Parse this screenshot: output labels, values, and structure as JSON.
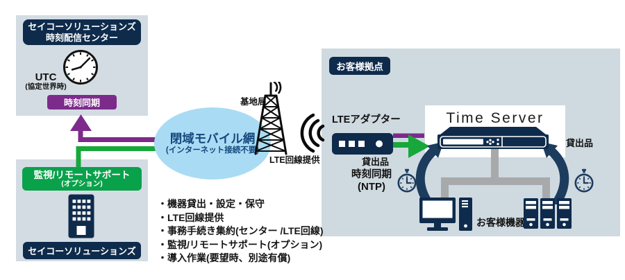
{
  "provider_center": {
    "title_line1": "セイコーソリューションズ",
    "title_line2": "時刻配信センター",
    "utc": "UTC",
    "utc_sub": "(協定世界時)",
    "sync_badge": "時刻同期"
  },
  "provider_support": {
    "title_line1": "監視/リモートサポート",
    "title_line2": "(オプション)",
    "company": "セイコーソリューションズ"
  },
  "network": {
    "name": "閉域モバイル網",
    "sub": "(インターネット接続不要)",
    "base_station": "基地局",
    "lte_note": "LTE回線提供"
  },
  "customer_site": {
    "badge": "お客様拠点",
    "adapter_label": "LTEアダプター",
    "adapter_loan": "貸出品",
    "server_title": "Time Server",
    "server_loan": "貸出品",
    "ntp_line1": "時刻同期",
    "ntp_line2": "(NTP)",
    "devices_label": "お客様機器"
  },
  "services": {
    "items": [
      "・機器貸出・設定・保守",
      "・LTE回線提供",
      "・事務手続き集約(センター /LTE回線)",
      "・監視/リモートサポート(オプション)",
      "・導入作業(要望時、別途有償)"
    ]
  },
  "colors": {
    "navy": "#0e2b4c",
    "purple": "#7c2b8b",
    "green_box": "#0aa14b",
    "green_arrow": "#18a73b",
    "panel": "#d3dce3",
    "customer_panel": "#cfd9e0",
    "ellipse": "#a9dcf4",
    "ellipse_text": "#15477d",
    "gray_line": "#a7a9ab",
    "swoosh_navy": "#1c3c5e"
  }
}
